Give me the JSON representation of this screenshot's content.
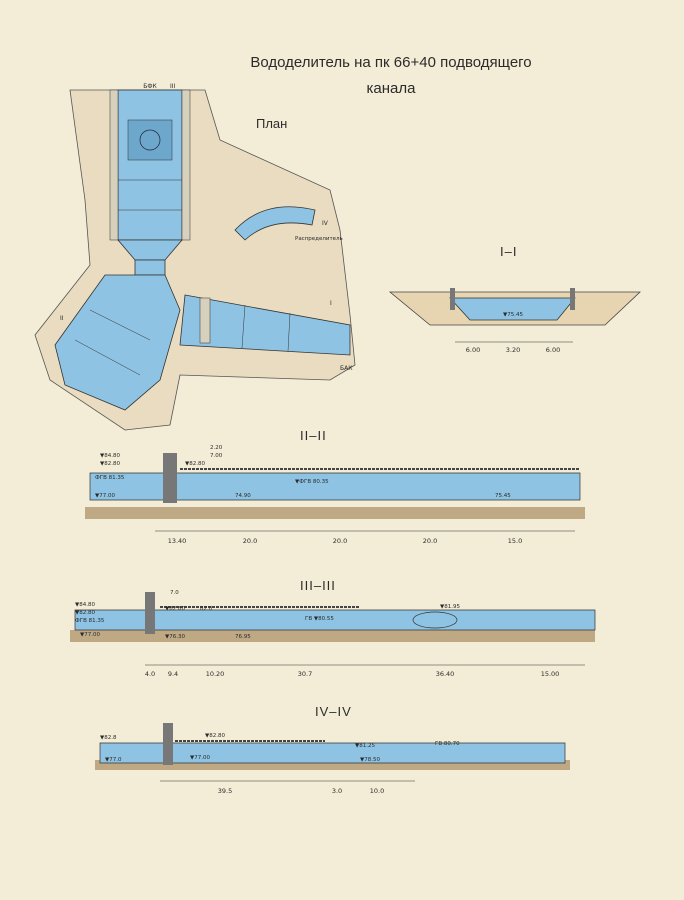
{
  "title": {
    "line1": "Вододелитель на пк 66+40 подводящего",
    "line2": "канала"
  },
  "plan": {
    "label": "План",
    "marks": [
      "БФК",
      "III",
      "IV",
      "Распределитель",
      "I",
      "БАК",
      "II"
    ]
  },
  "sections": {
    "s1": {
      "title": "I–I",
      "elevation": "▼75.45",
      "dims": [
        "6.00",
        "3.20",
        "6.00"
      ]
    },
    "s2": {
      "title": "II–II",
      "elevations": [
        "▼84.80",
        "▼82.80",
        "ФГВ 81.35",
        "▼77.00",
        "▼82.80",
        "7.00",
        "2.20",
        "▼ФГВ 80.35",
        "74.90",
        "75.45"
      ],
      "dims": [
        "13.40",
        "20.0",
        "20.0",
        "20.0",
        "15.0"
      ]
    },
    "s3": {
      "title": "III–III",
      "elevations": [
        "▼84.80",
        "▼82.80",
        "ФГВ 81.35",
        "▼77.00",
        "7.0",
        "▼82.80",
        "82.0",
        "▼76.30",
        "76.95",
        "ГВ ▼80.55",
        "▼81.95"
      ],
      "dims": [
        "4.0",
        "9.4",
        "10.20",
        "30.7",
        "36.40",
        "15.00"
      ]
    },
    "s4": {
      "title": "IV–IV",
      "elevations": [
        "▼82.8",
        "▼77.0",
        "▼82.80",
        "▼77.00",
        "▼81.25",
        "ГВ 80.70",
        "▼78.50"
      ],
      "dims": [
        "39.5",
        "3.0",
        "10.0"
      ]
    }
  }
}
